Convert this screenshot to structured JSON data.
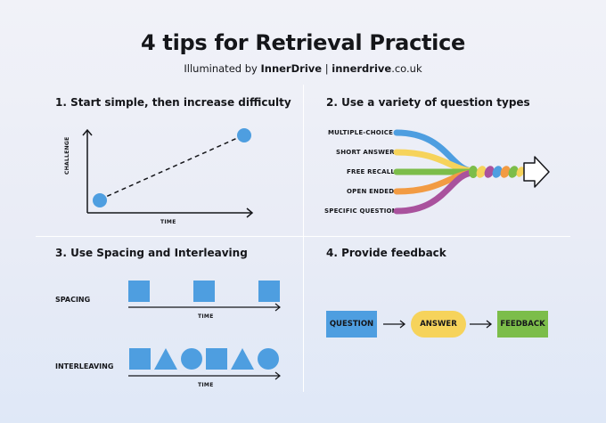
{
  "header": {
    "title": "4 tips for Retrieval Practice",
    "subtitle_prefix": "Illuminated by ",
    "subtitle_brand": "InnerDrive",
    "subtitle_sep": " | ",
    "subtitle_site_bold": "innerdrive",
    "subtitle_site_rest": ".co.uk"
  },
  "tip1": {
    "title": "1. Start simple, then increase difficulty",
    "y_axis": "CHALLENGE",
    "x_axis": "TIME"
  },
  "tip2": {
    "title": "2. Use a variety of question types",
    "types": [
      {
        "label": "MULTIPLE-CHOICE",
        "color": "#4e9ee0"
      },
      {
        "label": "SHORT ANSWER",
        "color": "#f6d35b"
      },
      {
        "label": "FREE RECALL",
        "color": "#7cbd4a"
      },
      {
        "label": "OPEN ENDED",
        "color": "#f29b43"
      },
      {
        "label": "SPECIFIC QUESTION",
        "color": "#a9529d"
      }
    ]
  },
  "tip3": {
    "title": "3. Use Spacing and Interleaving",
    "spacing_label": "SPACING",
    "interleaving_label": "INTERLEAVING",
    "time_label": "TIME",
    "shape_color": "#4e9ee0"
  },
  "tip4": {
    "title": "4. Provide feedback",
    "question": "QUESTION",
    "answer": "ANSWER",
    "feedback": "FEEDBACK",
    "question_color": "#4e9ee0",
    "answer_color": "#f6d35b",
    "feedback_color": "#7cbd4a"
  }
}
